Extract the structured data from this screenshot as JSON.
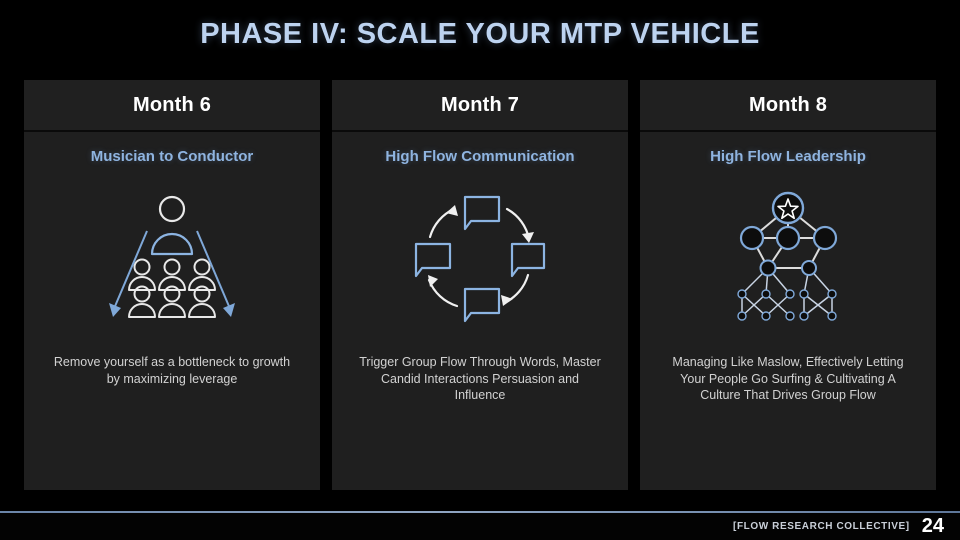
{
  "slide": {
    "title": "PHASE IV: SCALE YOUR MTP VEHICLE",
    "title_color": "#bdd3f0",
    "background_color": "#000000",
    "card_background": "#1f1f1f",
    "card_header_background": "#202020",
    "subtitle_color": "#8fb4e0",
    "body_text_color": "#d2d2d2",
    "accent_blue": "#7fa8d8"
  },
  "cards": [
    {
      "header": "Month 6",
      "subtitle": "Musician to Conductor",
      "description": "Remove yourself as a bottleneck to growth by maximizing leverage",
      "icon_name": "org-delegation-icon"
    },
    {
      "header": "Month 7",
      "subtitle": "High Flow Communication",
      "description": "Trigger Group Flow Through Words, Master Candid Interactions Persuasion and Influence",
      "icon_name": "speech-bubble-cycle-icon"
    },
    {
      "header": "Month 8",
      "subtitle": "High Flow Leadership",
      "description": "Managing Like Maslow, Effectively Letting Your People Go Surfing & Cultivating A Culture That Drives Group Flow",
      "icon_name": "leadership-network-icon"
    }
  ],
  "footer": {
    "brand": "[FLOW RESEARCH COLLECTIVE]",
    "page_number": "24"
  }
}
